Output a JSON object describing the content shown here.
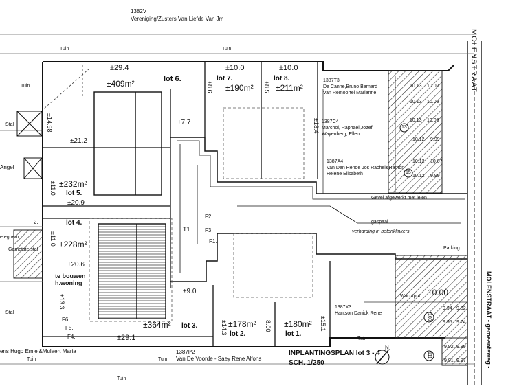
{
  "header": {
    "parcel_top": "1382V",
    "owner_top": "Vereniging/Zusters Van Liefde Van Jm"
  },
  "garden": "Tuin",
  "street": {
    "name": "MOLENSTRAAT",
    "sub": "MOLENSTRAAT - gemeenteweg -"
  },
  "lots": {
    "lot6": {
      "label": "lot 6.",
      "area": "±409m²",
      "width": "±29.4"
    },
    "lot7": {
      "label": "lot 7.",
      "area": "±190m²",
      "width": "±10.0",
      "depth": "±8.6"
    },
    "lot8": {
      "label": "lot 8.",
      "area": "±211m²",
      "width": "±10.0",
      "depth": "±8.5"
    },
    "lot5": {
      "label": "lot 5.",
      "area": "±232m²",
      "depth": "±11.0"
    },
    "lot4": {
      "label": "lot 4.",
      "area": "±228m²",
      "depth": "±11.0"
    },
    "lot3": {
      "label": "lot 3.",
      "area": "±364m²",
      "width": "±29.1"
    },
    "lot2": {
      "label": "lot 2.",
      "area": "±178m²",
      "w1": "±14.3",
      "w2": "8.00"
    },
    "lot1": {
      "label": "lot 1.",
      "area": "±180m²",
      "depth": "±15.1"
    }
  },
  "dims": {
    "d1498": "±14.98",
    "d212": "±21.2",
    "d209": "±20.9",
    "d206": "±20.6",
    "d77": "±7.7",
    "d90": "±9.0",
    "d133": "±13.3",
    "d134": "±13.4",
    "d1000": "10.00"
  },
  "owners": {
    "o1": {
      "parcel": "1387T3",
      "line1": "De Canne,Bruno Bernard",
      "line2": "Van Remoortel Marianne"
    },
    "o2": {
      "parcel": "1387C4",
      "line1": "Marchol, Raphael,Jozef",
      "line2": "Wayenberg, Ellen"
    },
    "o3": {
      "parcel": "1387A4",
      "line1": "Van Den Hende Jos Rachel&Ramon",
      "line2": "Helene Elisabeth"
    },
    "o4": {
      "parcel": "1387X3",
      "line1": "Hantson Danick Rene"
    },
    "o5": {
      "parcel": "1387P2",
      "line1": "Van De Voorde - Saey Rene Alfons"
    },
    "o6": {
      "line1": "ens Hugo Emiel&Mulaert Maria"
    }
  },
  "labels": {
    "stal": "Stal",
    "angel": "Angel",
    "t2": "T2.",
    "eteghem": "eteghem",
    "gemetste": "Gemetste stal",
    "te_bouwen": "te bouwen",
    "h_woning": "h.woning",
    "t1": "T1.",
    "f1": "F1.",
    "f2": "F2.",
    "f3": "F3.",
    "f4": "F4.",
    "f5": "F5.",
    "f6": "F6.",
    "gevel": "Gevel afgewerkt met leien",
    "parking": "Parking",
    "gaspaal": "gaspaal",
    "verharding": "verharding in betonklinkers",
    "wachtput": "Wachtput",
    "n": "N."
  },
  "title": {
    "line1": "INPLANTINGSPLAN lot 3 - 4",
    "line2": "SCH. 1/250"
  },
  "levels": [
    "10.13",
    "10.02",
    "10.13",
    "10.09",
    "10.13",
    "10.08",
    "10.12",
    "9.99",
    "10.12",
    "10.07",
    "10.12",
    "9.99",
    "9.94",
    "9.82",
    "9.95",
    "9.74",
    "9.92",
    "9.89",
    "9.91",
    "9.87"
  ],
  "circles": [
    "13",
    "15",
    "109",
    "111"
  ]
}
